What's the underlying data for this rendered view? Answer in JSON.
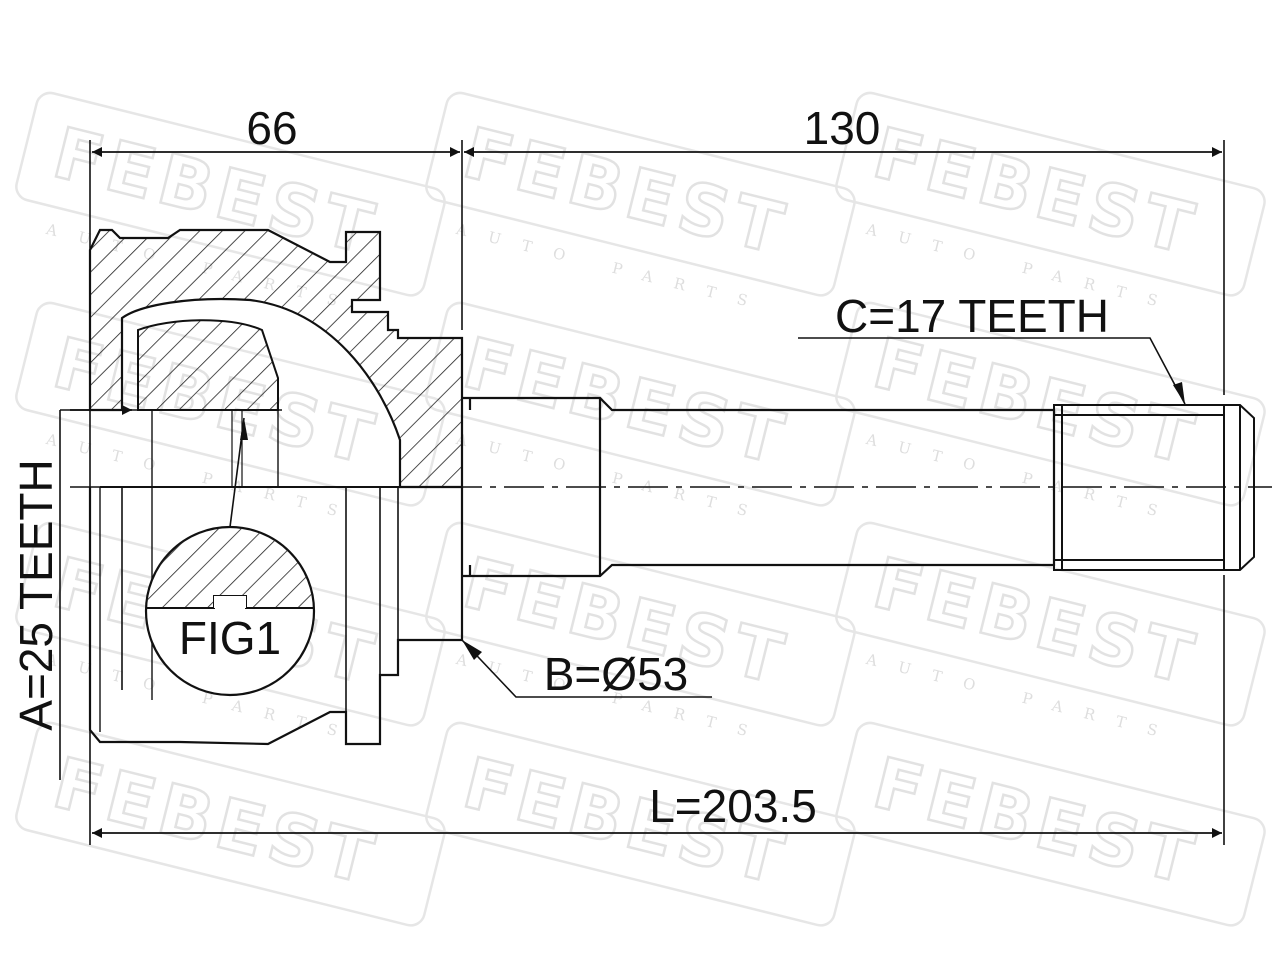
{
  "watermark": {
    "brand": "FEBEST",
    "sub": "AUTO PARTS"
  },
  "dimensions": {
    "left_length": "66",
    "right_length": "130",
    "total_length": "L=203.5",
    "outer_spline": "C=17 TEETH",
    "inner_spline": "A=25 TEETH",
    "seal_diameter": "B=Ø53"
  },
  "detail": {
    "fig_label": "FIG1"
  }
}
